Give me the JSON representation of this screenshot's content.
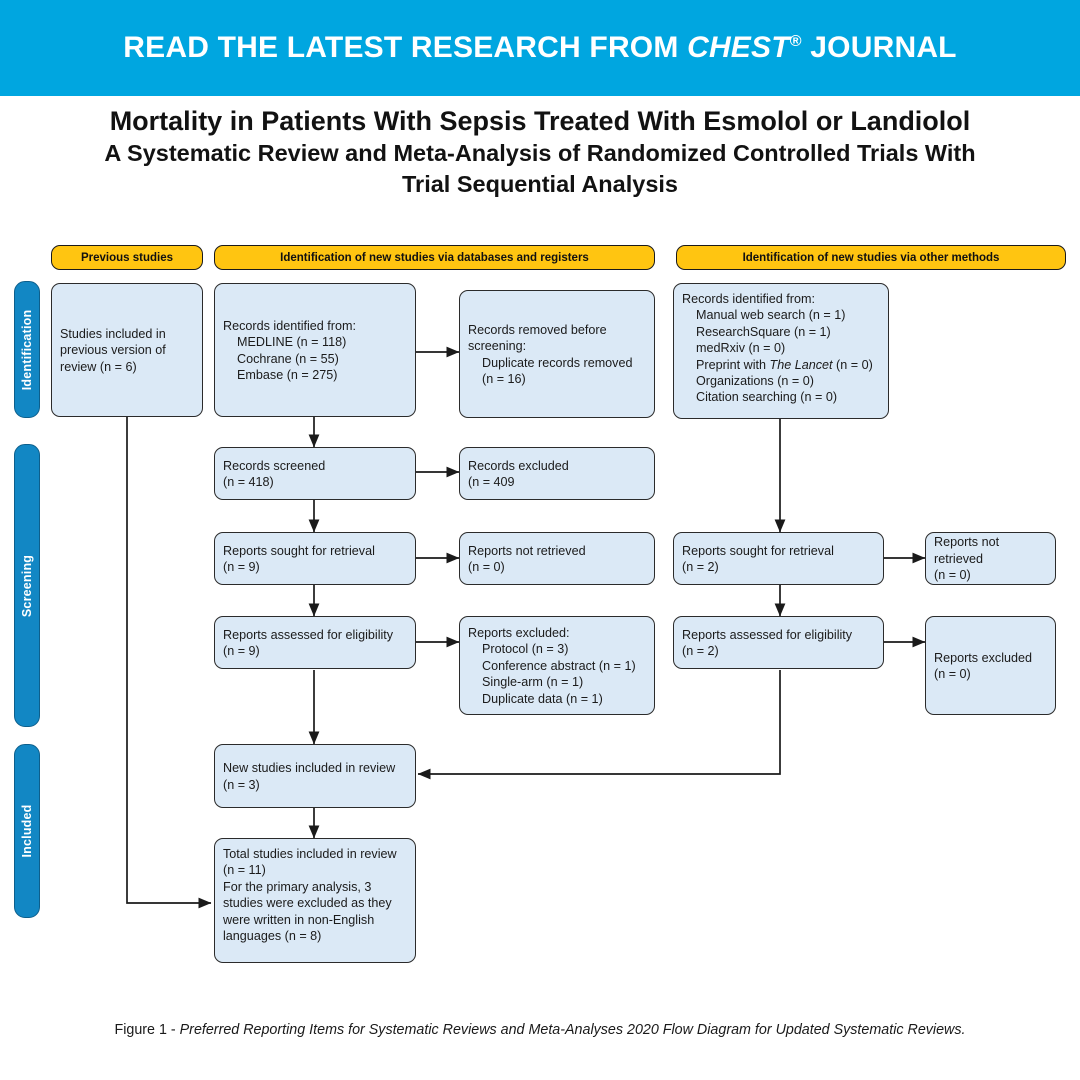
{
  "banner": {
    "prefix": "READ THE LATEST RESEARCH FROM ",
    "brand": "CHEST",
    "registered": "®",
    "suffix": " JOURNAL",
    "bg_color": "#00a6e0",
    "text_color": "#ffffff"
  },
  "title": {
    "line1": "Mortality in Patients With Sepsis Treated With Esmolol or Landiolol",
    "line2": "A Systematic Review and Meta-Analysis of Randomized Controlled Trials With",
    "line3": "Trial Sequential Analysis"
  },
  "colors": {
    "header_yellow": "#ffc511",
    "sidebar_blue": "#1287c4",
    "box_fill": "#dbe9f6",
    "box_stroke": "#2b2b2b",
    "arrow": "#1a1a1a"
  },
  "column_headers": [
    {
      "id": "previous-studies",
      "label": "Previous studies"
    },
    {
      "id": "databases-registers",
      "label": "Identification of new studies via databases and registers"
    },
    {
      "id": "other-methods",
      "label": "Identification of new studies via other methods"
    }
  ],
  "stage_bars": [
    {
      "id": "identification",
      "label": "Identification"
    },
    {
      "id": "screening",
      "label": "Screening"
    },
    {
      "id": "included",
      "label": "Included"
    }
  ],
  "nodes": {
    "previous_included": "Studies included in\nprevious version of\nreview (n = 6)",
    "records_identified": "Records identified from:\n    MEDLINE (n = 118)\n    Cochrane (n = 55)\n    Embase (n = 275)",
    "records_removed": "Records removed before\nscreening:\n    Duplicate records removed\n    (n = 16)",
    "other_identified_lead": "Records identified from:",
    "other_identified_items": [
      {
        "text_before": "Manual web search (n = 1)",
        "italic": "",
        "text_after": ""
      },
      {
        "text_before": "ResearchSquare (n = 1)",
        "italic": "",
        "text_after": ""
      },
      {
        "text_before": "medRxiv (n = 0)",
        "italic": "",
        "text_after": ""
      },
      {
        "text_before": "Preprint with ",
        "italic": "The Lancet",
        "text_after": " (n = 0)"
      },
      {
        "text_before": "Organizations (n = 0)",
        "italic": "",
        "text_after": ""
      },
      {
        "text_before": "Citation searching (n = 0)",
        "italic": "",
        "text_after": ""
      }
    ],
    "records_screened": "Records screened\n(n = 418)",
    "records_excluded": "Records excluded\n(n = 409",
    "reports_sought_db": "Reports sought for retrieval\n(n = 9)",
    "reports_not_retrieved_db": "Reports not retrieved\n(n = 0)",
    "reports_assessed_db": "Reports assessed for eligibility\n(n = 9)",
    "reports_excluded_db": "Reports excluded:\n    Protocol (n = 3)\n    Conference abstract (n = 1)\n    Single-arm (n = 1)\n    Duplicate data (n = 1)",
    "reports_sought_other": "Reports sought for retrieval\n(n = 2)",
    "reports_not_retrieved_other": "Reports not retrieved\n(n = 0)",
    "reports_assessed_other": "Reports assessed for eligibility\n(n = 2)",
    "reports_excluded_other": "Reports excluded\n(n = 0)",
    "new_studies_included": "New studies included in review\n(n = 3)",
    "total_studies_included": "Total studies included in review\n(n = 11)\nFor the primary analysis, 3\nstudies were excluded as they\nwere written in non-English\nlanguages (n = 8)"
  },
  "caption": {
    "lead": "Figure 1 - ",
    "body": "Preferred Reporting Items for Systematic Reviews and Meta-Analyses 2020 Flow Diagram for Updated Systematic Reviews."
  }
}
